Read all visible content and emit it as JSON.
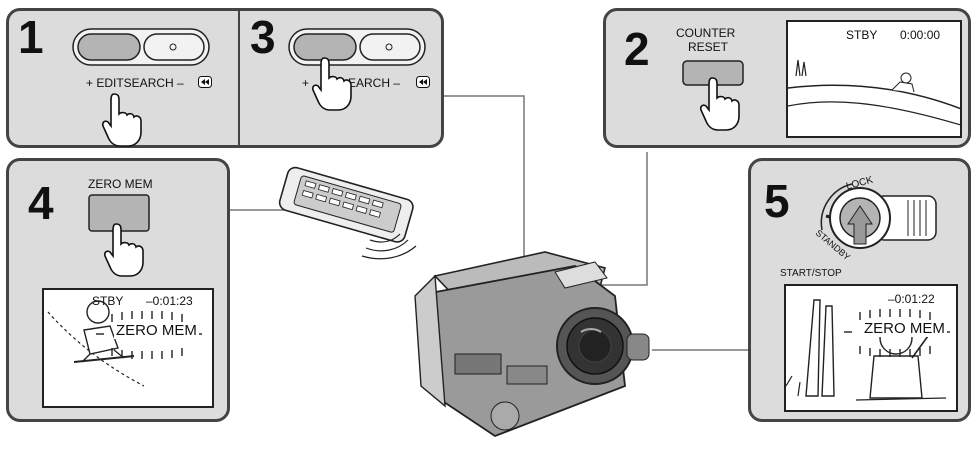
{
  "steps": {
    "step1": {
      "number": "1",
      "button_label": "+ EDITSEARCH –"
    },
    "step2": {
      "number": "2",
      "button_label_line1": "COUNTER",
      "button_label_line2": "RESET",
      "screen_status": "STBY",
      "screen_counter": "0:00:00"
    },
    "step3": {
      "number": "3",
      "button_label_left": "+",
      "button_label_right": "EARCH –"
    },
    "step4": {
      "number": "4",
      "button_label": "ZERO MEM",
      "screen_status": "STBY",
      "screen_counter": "–0:01:23",
      "screen_zero_mem": "ZERO MEM"
    },
    "step5": {
      "number": "5",
      "switch_lock_label": "LOCK",
      "switch_standby_label": "STANDBY",
      "start_stop_label": "START/STOP",
      "screen_counter": "–0:01:22",
      "screen_zero_mem": "ZERO MEM"
    }
  },
  "colors": {
    "panel_bg": "#dcdcdc",
    "panel_border": "#444444",
    "button_fill": "#b4b4b4"
  },
  "icons": [
    "hand-pointer-icon",
    "rewind-icon",
    "remote-control-icon",
    "camcorder-icon"
  ]
}
